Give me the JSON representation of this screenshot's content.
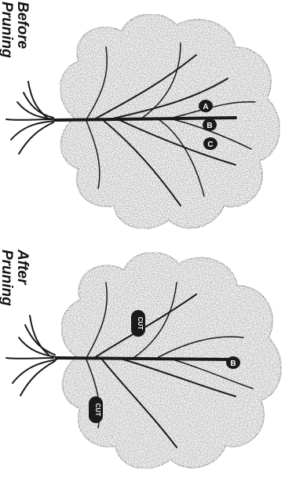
{
  "labels": {
    "before_line1": "Before",
    "before_line2": "Pruning",
    "after_line1": "After",
    "after_line2": "Pruning"
  },
  "markers": {
    "before": [
      "A",
      "B",
      "C"
    ],
    "after_cut1": "CUT",
    "after_cut2": "CUT",
    "after_b": "B"
  },
  "colors": {
    "foliage": "#8a8a8a",
    "foliage_dark": "#5a5a5a",
    "branch": "#1a1a1a",
    "background": "#ffffff"
  }
}
